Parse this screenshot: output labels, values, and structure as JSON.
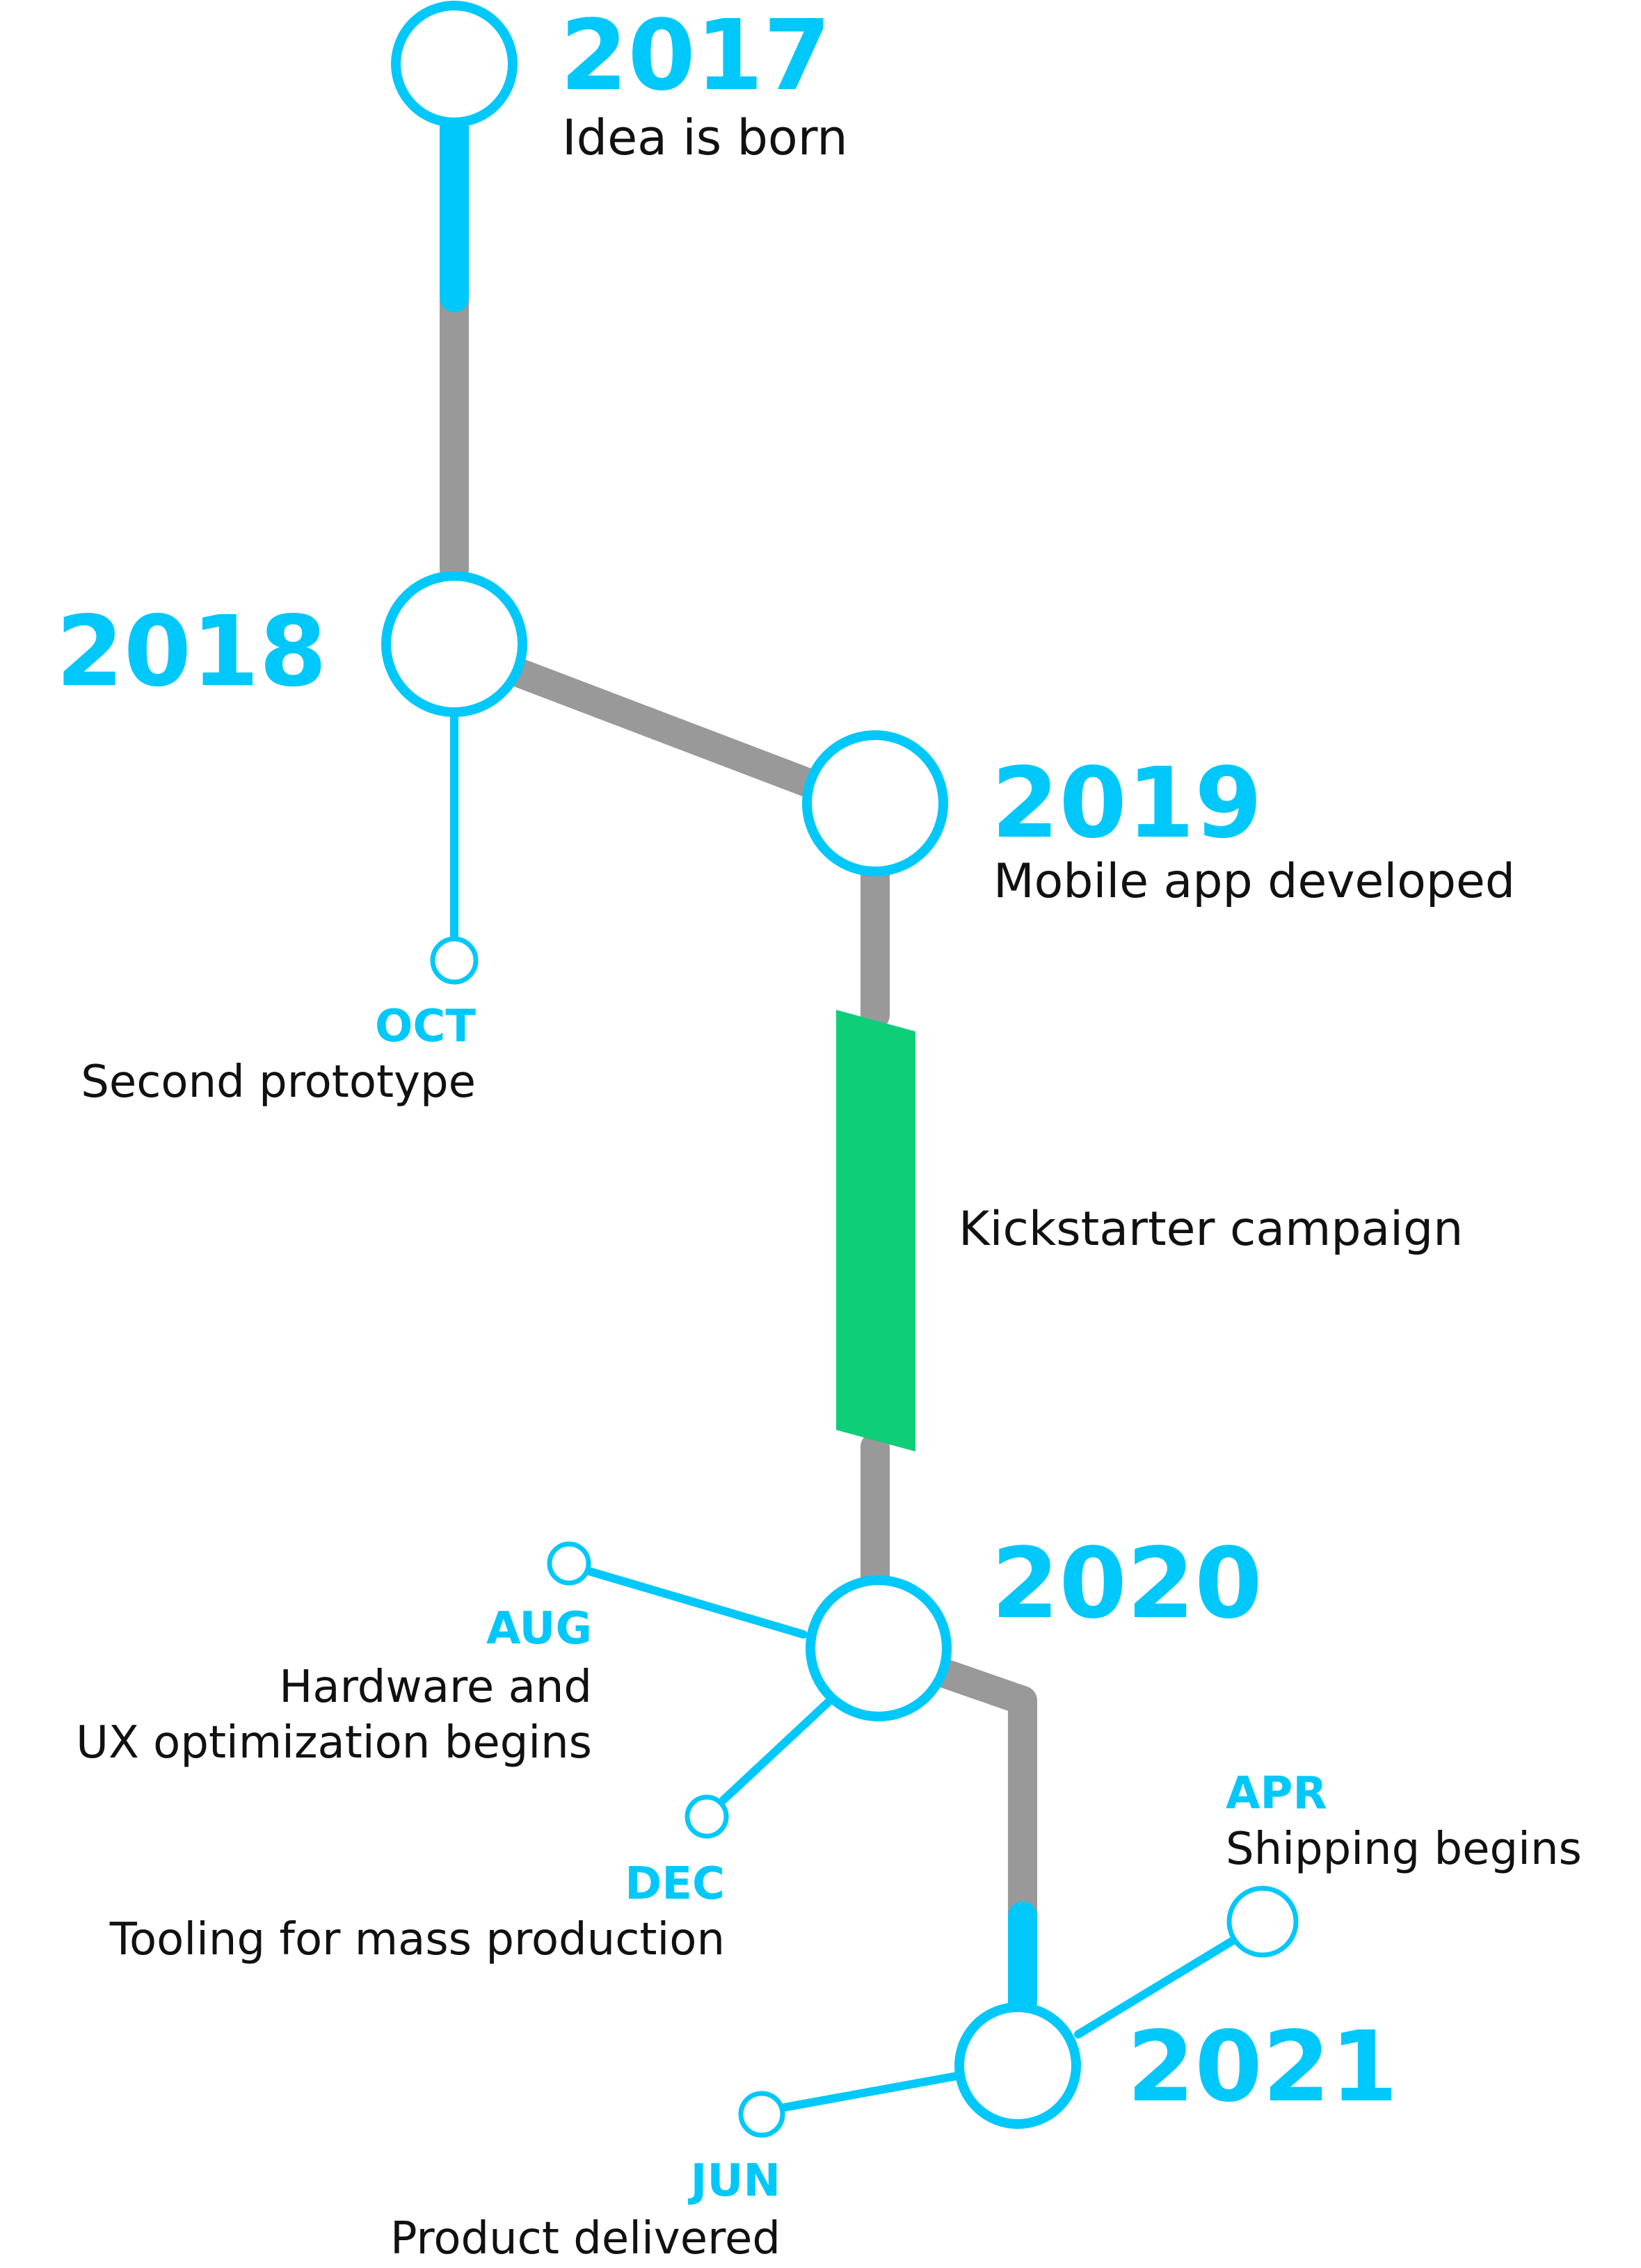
{
  "colors": {
    "accent": "#00c8fa",
    "track": "#999999",
    "campaign": "#0fce78",
    "text": "#111111"
  },
  "milestones": [
    {
      "id": "2017",
      "year": "2017",
      "caption": "Idea is born"
    },
    {
      "id": "2018",
      "year": "2018",
      "caption": ""
    },
    {
      "id": "2019",
      "year": "2019",
      "caption": "Mobile app developed"
    },
    {
      "id": "2020",
      "year": "2020",
      "caption": ""
    },
    {
      "id": "2021",
      "year": "2021",
      "caption": ""
    }
  ],
  "events": [
    {
      "id": "oct",
      "parent": "2018",
      "month": "OCT",
      "lines": [
        "Second prototype"
      ]
    },
    {
      "id": "aug",
      "parent": "2020",
      "month": "AUG",
      "lines": [
        "Hardware and",
        "UX optimization begins"
      ]
    },
    {
      "id": "dec",
      "parent": "2020",
      "month": "DEC",
      "lines": [
        "Tooling for mass production"
      ]
    },
    {
      "id": "apr",
      "parent": "2021",
      "month": "APR",
      "lines": [
        "Shipping begins"
      ]
    },
    {
      "id": "jun",
      "parent": "2021",
      "month": "JUN",
      "lines": [
        "Product delivered"
      ]
    }
  ],
  "campaign": {
    "label": "Kickstarter campaign"
  }
}
